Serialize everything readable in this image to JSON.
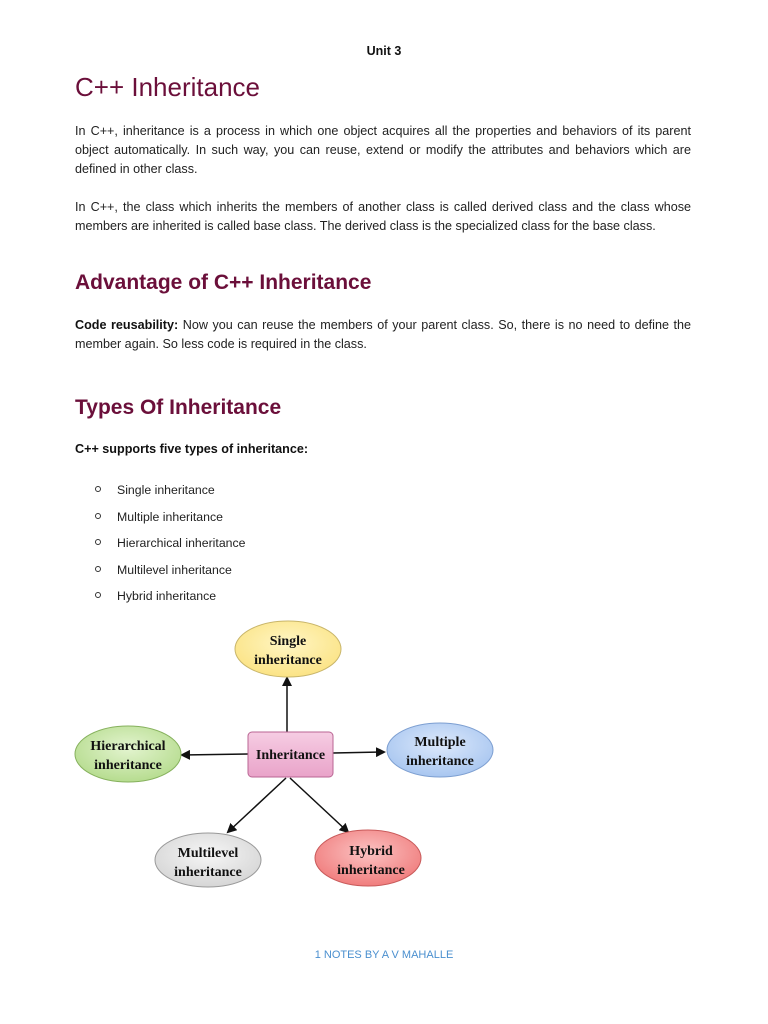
{
  "header": {
    "unit": "Unit 3"
  },
  "intro": {
    "title": "C++ Inheritance",
    "para1": "In C++, inheritance is a process in which one object acquires all the properties and behaviors of its parent object automatically. In such way, you can reuse, extend or modify the attributes and behaviors which are defined in other class.",
    "para2": "In C++, the class which inherits the members of another class is called derived class and the class whose members are inherited is called base class. The derived class is the specialized class for the base class."
  },
  "advantage": {
    "title": "Advantage of C++ Inheritance",
    "label": "Code reusability:",
    "text": " Now you can reuse the members of your parent class. So, there is no need to define the member again. So less code is required in the class."
  },
  "types": {
    "title": "Types Of Inheritance",
    "lead": "C++ supports five types of inheritance:",
    "items": [
      "Single inheritance",
      "Multiple inheritance",
      "Hierarchical inheritance",
      "Multilevel inheritance",
      "Hybrid inheritance"
    ]
  },
  "diagram": {
    "center": "Inheritance",
    "single": [
      "Single",
      "inheritance"
    ],
    "multiple": [
      "Multiple",
      "inheritance"
    ],
    "hierarchical": [
      "Hierarchical",
      "inheritance"
    ],
    "multilevel": [
      "Multilevel",
      "inheritance"
    ],
    "hybrid": [
      "Hybrid",
      "inheritance"
    ],
    "colors": {
      "center": "#e9a3c9",
      "single": "#fbe385",
      "multiple": "#a8c6f0",
      "hierarchical": "#b6dc8f",
      "multilevel": "#d6d6d6",
      "hybrid": "#f07d7d"
    }
  },
  "footer": {
    "text": "1 NOTES BY A V MAHALLE"
  }
}
